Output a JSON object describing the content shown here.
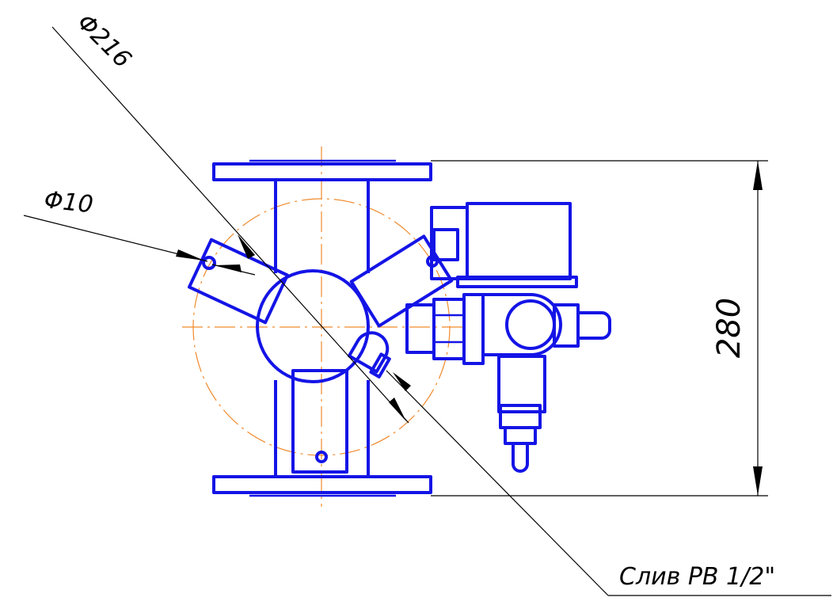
{
  "drawing": {
    "dimension_diameter_large": "Φ216",
    "dimension_diameter_small": "Φ10",
    "dimension_height": "280",
    "callout_label": "Слив РВ 1/2\"",
    "colors": {
      "part_outline": "#1414e6",
      "center_lines": "#f08a2c",
      "dimension_lines": "#000000"
    }
  }
}
